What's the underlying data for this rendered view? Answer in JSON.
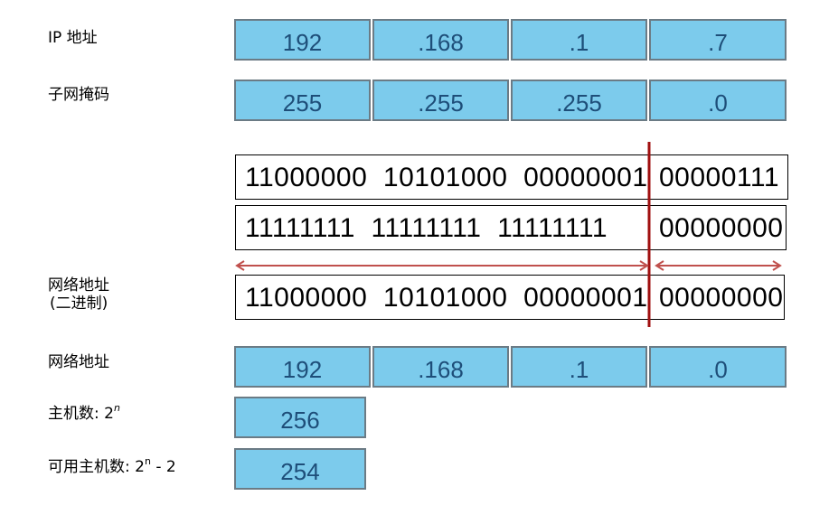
{
  "labels": {
    "ip_address": "IP 地址",
    "subnet_mask": "子网掩码",
    "network_address_binary_line1": "网络地址",
    "network_address_binary_line2": "(二进制)",
    "network_address": "网络地址",
    "host_count_prefix": "主机数: 2",
    "host_count_exp": "n",
    "usable_hosts_prefix": "可用主机数: 2",
    "usable_hosts_exp": "n",
    "usable_hosts_suffix": " - 2"
  },
  "ip_octets": [
    "192",
    ".168",
    ".1",
    ".7"
  ],
  "mask_octets": [
    "255",
    ".255",
    ".255",
    ".0"
  ],
  "ip_binary": {
    "network": "11000000  10101000  00000001",
    "host": "00000111"
  },
  "mask_binary": {
    "network": "11111111  11111111  11111111",
    "host": "00000000"
  },
  "network_binary": {
    "network": "11000000  10101000  00000001",
    "host": "00000000"
  },
  "network_octets": [
    "192",
    ".168",
    ".1",
    ".0"
  ],
  "host_count": "256",
  "usable_hosts": "254",
  "colors": {
    "cell_fill": "#7ccbec",
    "cell_text": "#1e4e79",
    "divider": "#a01010",
    "arrow": "#c0504d"
  }
}
